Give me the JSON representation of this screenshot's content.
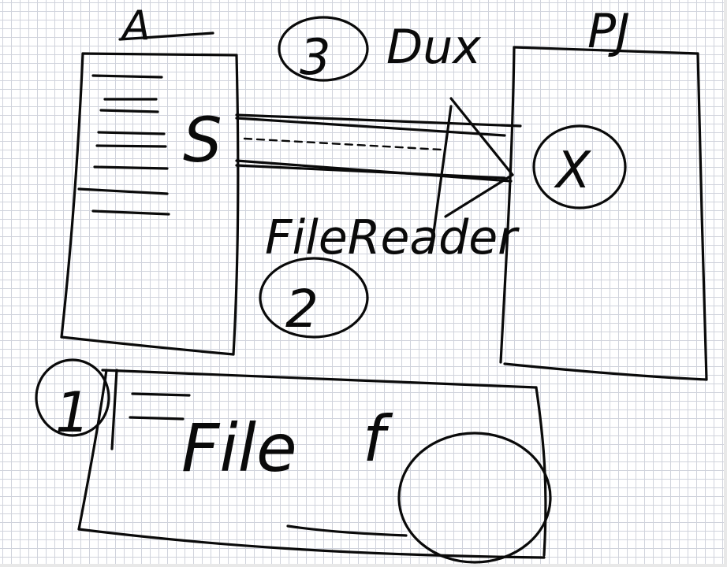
{
  "labels": {
    "box_a_title": "A",
    "box_right_title": "PJ",
    "top_middle_word": "Dux",
    "middle_word": "FileReader",
    "bottom_word": "File",
    "step_1": "1",
    "step_2": "2",
    "step_3": "3",
    "sketch_letter_s": "S",
    "bottom_letter_f": "f",
    "circled_x": "X"
  },
  "colors": {
    "ink": "#0a0a0a",
    "grid": "#d0d3dc",
    "paper": "#ffffff"
  }
}
